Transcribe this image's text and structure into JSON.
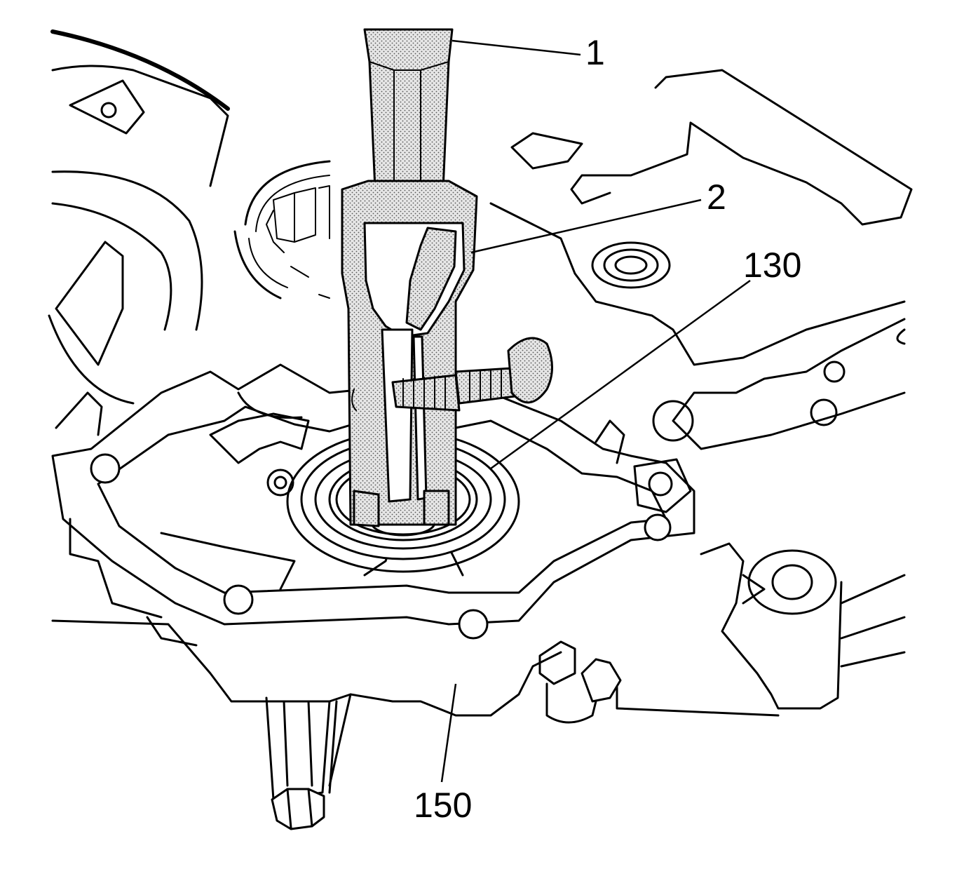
{
  "figure": {
    "callouts": [
      {
        "id": "1",
        "label": "1"
      },
      {
        "id": "2",
        "label": "2"
      },
      {
        "id": "130",
        "label": "130"
      },
      {
        "id": "150",
        "label": "150"
      }
    ]
  }
}
